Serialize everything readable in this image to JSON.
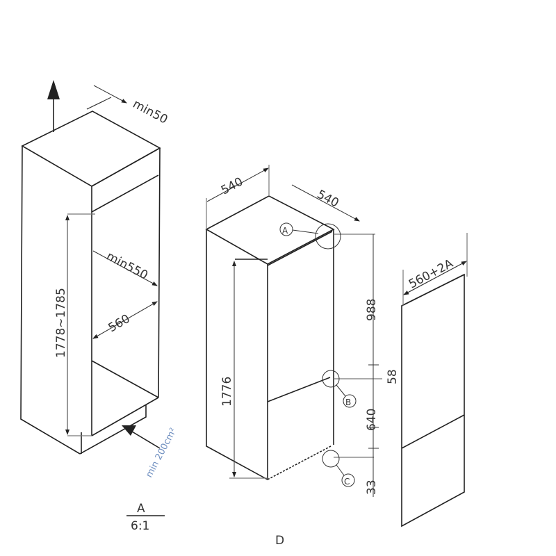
{
  "left_view": {
    "clearance_top": "min50",
    "depth_min": "min550",
    "width": "560",
    "niche_height": "1778~1785",
    "ventilation": "min 200cm²",
    "detail_label": "A",
    "detail_scale": "6:1"
  },
  "middle_view": {
    "width": "540",
    "depth": "540",
    "height": "1776",
    "dim_upper": "988",
    "dim_gap": "58",
    "dim_lower": "640",
    "dim_bottom": "33",
    "marker_a": "A",
    "marker_b": "B",
    "marker_c": "C",
    "caption": "D"
  },
  "right_view": {
    "panel_width": "560+2A"
  },
  "colors": {
    "lines": "#222222",
    "ventilation_text": "#6f8fc0"
  }
}
